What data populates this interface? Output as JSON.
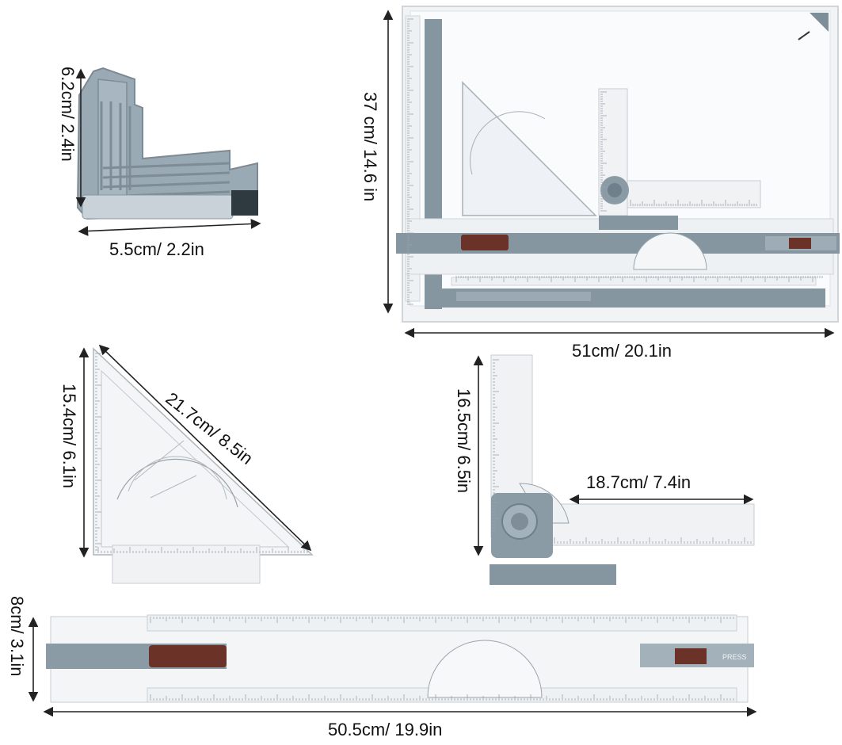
{
  "dimensions": {
    "corner_height": "6.2cm/ 2.4in",
    "corner_width": "5.5cm/ 2.2in",
    "board_height": "37 cm/ 14.6 in",
    "board_width": "51cm/ 20.1in",
    "triangle_height": "15.4cm/ 6.1in",
    "triangle_hypotenuse": "21.7cm/ 8.5in",
    "square_height": "16.5cm/ 6.5in",
    "square_arm": "18.7cm/ 7.4in",
    "parallel_height": "8cm/ 3.1in",
    "parallel_length": "50.5cm/ 19.9in"
  },
  "labels": {
    "press_button": "PRESS"
  },
  "colors": {
    "plastic_gray": "#8fa1ad",
    "plastic_dark": "#6f808c",
    "clip_brown": "#6b3328",
    "board_white": "#f7f8f9",
    "ruler_clear": "#eef1f3",
    "tick": "#9aa3aa",
    "arrow": "#222222"
  }
}
